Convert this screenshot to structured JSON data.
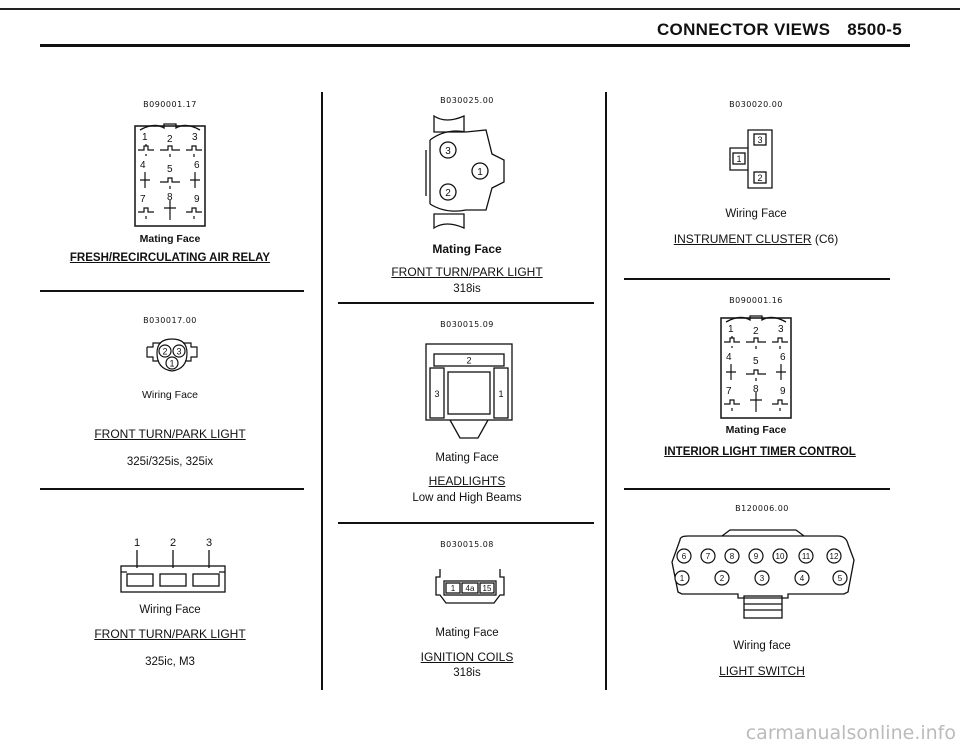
{
  "header": {
    "section": "CONNECTOR VIEWS",
    "page": "8500-5"
  },
  "connectors": {
    "c1": {
      "code": "B090001.17",
      "face": "Mating Face",
      "title": "FRESH/RECIRCULATING AIR RELAY",
      "pins": [
        "1",
        "2",
        "3",
        "4",
        "5",
        "6",
        "7",
        "8",
        "9"
      ]
    },
    "c2": {
      "code": "B030017.00",
      "face": "Wiring Face",
      "title": "FRONT TURN/PARK LIGHT",
      "sub": "325i/325is, 325ix",
      "pins": [
        "2",
        "3",
        "1"
      ]
    },
    "c3": {
      "code": "",
      "face": "Wiring Face",
      "title": "FRONT TURN/PARK LIGHT",
      "sub": "325ic, M3",
      "pins": [
        "1",
        "2",
        "3"
      ]
    },
    "c4": {
      "code": "B030025.00",
      "face": "Mating Face",
      "title": "FRONT TURN/PARK LIGHT",
      "sub": "318is",
      "pins": [
        "3",
        "1",
        "2"
      ]
    },
    "c5": {
      "code": "B030015.09",
      "face": "Mating Face",
      "title": "HEADLIGHTS",
      "sub": "Low and High Beams",
      "pins": [
        "2",
        "3",
        "1"
      ]
    },
    "c6": {
      "code": "B030015.08",
      "face": "Mating Face",
      "title": "IGNITION COILS",
      "sub": "318is",
      "pins": [
        "1",
        "4a",
        "15"
      ]
    },
    "c7": {
      "code": "B030020.00",
      "face": "Wiring Face",
      "title": "INSTRUMENT CLUSTER",
      "title_suffix": "(C6)",
      "pins": [
        "3",
        "1",
        "2"
      ]
    },
    "c8": {
      "code": "B090001.16",
      "face": "Mating Face",
      "title": "INTERIOR LIGHT TIMER CONTROL",
      "pins": [
        "1",
        "2",
        "3",
        "4",
        "5",
        "6",
        "7",
        "8",
        "9"
      ]
    },
    "c9": {
      "code": "B120006.00",
      "face": "Wiring face",
      "title": "LIGHT SWITCH",
      "pins": [
        "6",
        "7",
        "8",
        "9",
        "10",
        "11",
        "12",
        "1",
        "2",
        "3",
        "4",
        "5"
      ]
    }
  },
  "watermark": "carmanualsonline.info"
}
